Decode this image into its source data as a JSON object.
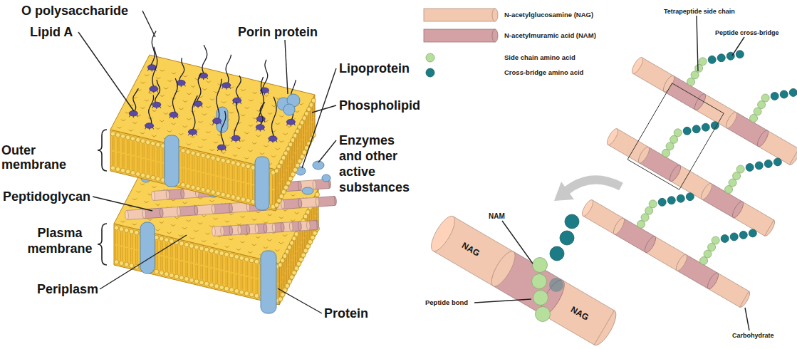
{
  "diagram": {
    "labels": [
      "O polysaccharide",
      "Lipid A",
      "Porin protein",
      "Lipoprotein",
      "Phospholipid",
      "Enzymes and other active substances",
      "Outer membrane",
      "Peptidoglycan",
      "Plasma membrane",
      "Periplasm",
      "Protein",
      "Tetrapeptide side chain",
      "Peptide cross-bridge",
      "NAM",
      "NAG",
      "NAG",
      "Peptide bond",
      "Carbohydrate"
    ],
    "legend": [
      {
        "text": "N-acetylglucosamine (NAG)",
        "color": "#f2c8b0"
      },
      {
        "text": "N-acetylmuramic acid (NAM)",
        "color": "#d4a2a4"
      },
      {
        "text": "Side chain amino acid",
        "color": "#b6df9c"
      },
      {
        "text": "Cross-bridge amino acid",
        "color": "#1c7c86"
      }
    ]
  }
}
